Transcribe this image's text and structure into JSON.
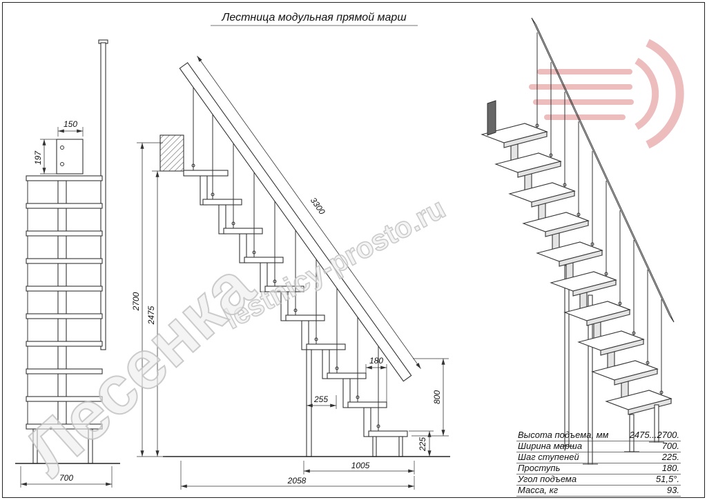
{
  "title": "Лестница модульная прямой марш",
  "watermark": {
    "brand": "Лесенка",
    "site": "lestnicy-prosto.ru"
  },
  "front_view": {
    "dim_150": "150",
    "dim_197": "197",
    "dim_700": "700"
  },
  "side_view": {
    "dim_3300": "3300",
    "dim_2700": "2700",
    "dim_2475": "2475",
    "dim_180": "180",
    "dim_255": "255",
    "dim_800": "800",
    "dim_225": "225",
    "dim_1005": "1005",
    "dim_2058": "2058"
  },
  "spec": {
    "rows": [
      {
        "label": "Высота подъема, мм",
        "value": "2475...2700."
      },
      {
        "label": "Ширина марша",
        "value": "700."
      },
      {
        "label": "Шаг ступеней",
        "value": "225."
      },
      {
        "label": "Проступь",
        "value": "180."
      },
      {
        "label": "Угол подъема",
        "value": "51,5°."
      },
      {
        "label": "Масса, кг",
        "value": "93."
      }
    ]
  }
}
